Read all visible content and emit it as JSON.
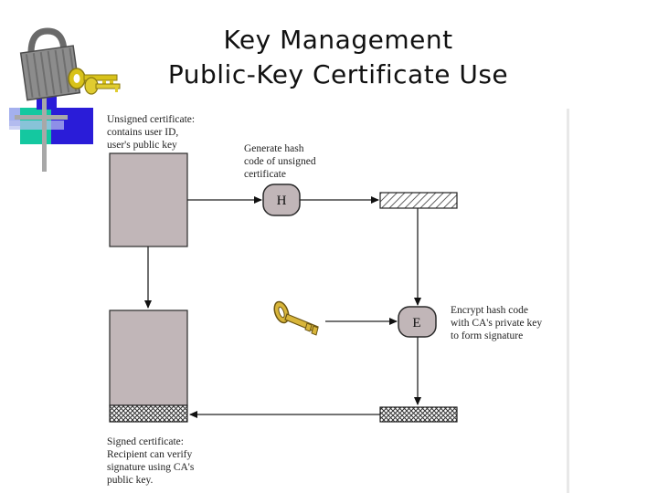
{
  "slide": {
    "title_line1": "Key Management",
    "title_line2": "Public-Key Certificate Use"
  },
  "diagram": {
    "unsigned_label": [
      "Unsigned certificate:",
      "contains user ID,",
      "user's public key"
    ],
    "hash_step_label": [
      "Generate hash",
      "code of unsigned",
      "certificate"
    ],
    "hash_node": "H",
    "encrypt_node": "E",
    "encrypt_step_label": [
      "Encrypt hash code",
      "with CA's private key",
      "to form signature"
    ],
    "signed_label": [
      "Signed certificate:",
      "Recipient can verify",
      "signature using CA's",
      "public key."
    ]
  },
  "icons": {
    "logo": "padlock-with-keys-icon",
    "key": "gold-key-icon"
  },
  "colors": {
    "box_fill": "#c1b6b8",
    "key_gold": "#d8b53a",
    "logo_blue": "#2a1cd8",
    "logo_teal": "#14c8a0"
  }
}
